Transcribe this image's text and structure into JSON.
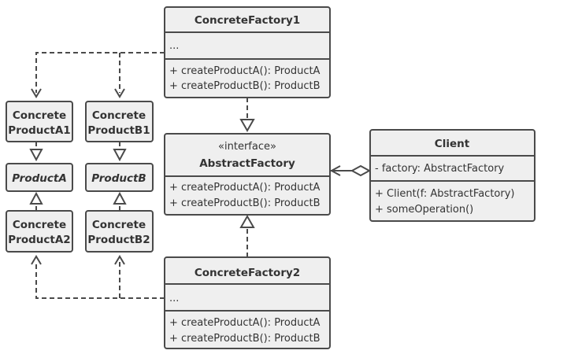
{
  "concrete_factory_1": {
    "name": "ConcreteFactory1",
    "fields": "...",
    "methods": [
      "+ createProductA(): ProductA",
      "+ createProductB(): ProductB"
    ]
  },
  "concrete_factory_2": {
    "name": "ConcreteFactory2",
    "fields": "...",
    "methods": [
      "+ createProductA(): ProductA",
      "+ createProductB(): ProductB"
    ]
  },
  "abstract_factory": {
    "stereotype": "«interface»",
    "name": "AbstractFactory",
    "methods": [
      "+ createProductA(): ProductA",
      "+ createProductB(): ProductB"
    ]
  },
  "client": {
    "name": "Client",
    "fields": [
      "- factory: AbstractFactory"
    ],
    "methods": [
      "+ Client(f: AbstractFactory)",
      "+ someOperation()"
    ]
  },
  "products": {
    "concrete_a1": [
      "Concrete",
      "ProductA1"
    ],
    "concrete_b1": [
      "Concrete",
      "ProductB1"
    ],
    "product_a": "ProductA",
    "product_b": "ProductB",
    "concrete_a2": [
      "Concrete",
      "ProductA2"
    ],
    "concrete_b2": [
      "Concrete",
      "ProductB2"
    ]
  }
}
